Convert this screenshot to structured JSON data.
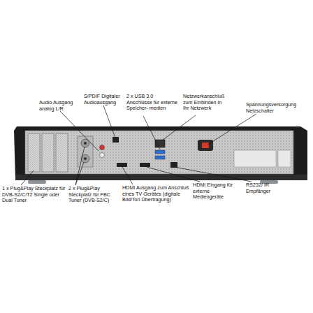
{
  "diagram": {
    "labels": [
      "Audio Ausgang analog L/R",
      "S/PDIF Digitaler Audioausgang",
      "2 x USB 3.0 Anschlüsse für externe Speicher- medien",
      "Netzwerkanschluß zum Einbinden in Ihr Netzwerk",
      "Spannungsversorgung Netzschalter",
      "1 x Plug&Play Steckplatz für DVB-S2/C/T2 Single oder Dual Tuner",
      "2 x Plug&Play Steckplatz für FBC Tuner (DVB-S2/C)",
      "HDMI Ausgang zum Anschluß eines TV Gerätes (digitale Bild/Ton Übertragung)",
      "HDMI Eingang für externe Mediengeräte",
      "RS232/ IR Empfänger"
    ]
  }
}
